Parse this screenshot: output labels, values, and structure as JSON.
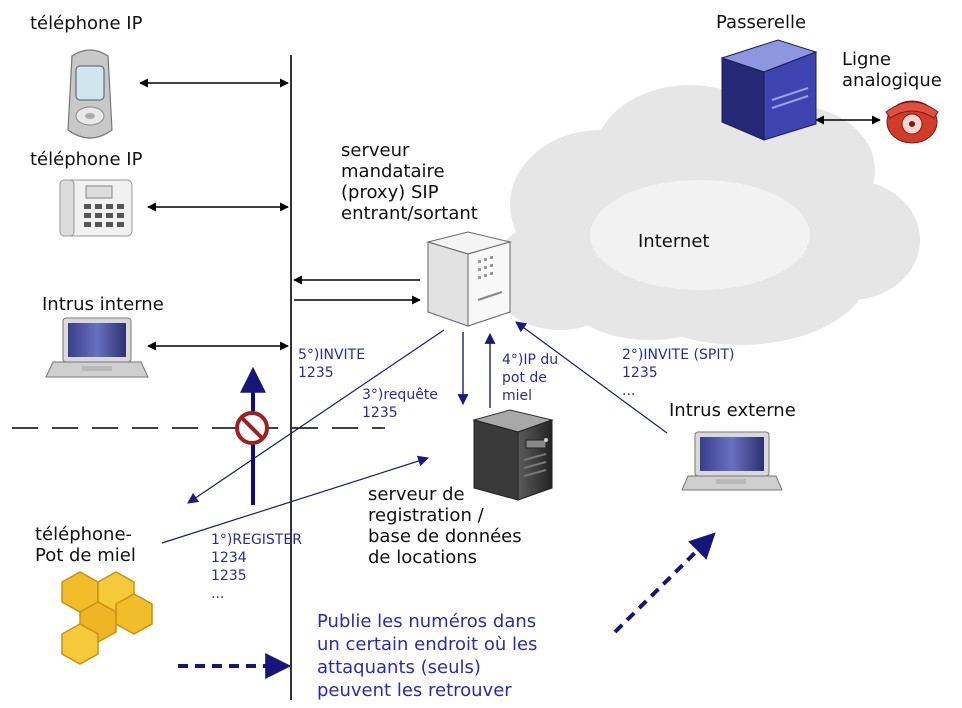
{
  "labels": {
    "phone_ip_1": "téléphone IP",
    "phone_ip_2": "téléphone IP",
    "internal_intruder": "Intrus interne",
    "honeypot_phone": "téléphone-\nPot de miel",
    "gateway": "Passerelle",
    "analog_line": "Ligne\nanalogique",
    "proxy_server": "serveur\nmandataire\n(proxy) SIP\nentrant/sortant",
    "internet": "Internet",
    "external_intruder": "Intrus externe",
    "registrar_server": "serveur de\nregistration /\nbase de données\nde locations"
  },
  "steps": {
    "invite_5": "5°)INVITE\n1235",
    "request_3": "3°)requête\n1235",
    "ip_honeypot_4": "4°)IP du\npot de\nmiel",
    "invite_spit_2": "2°)INVITE (SPIT)\n1235\n...",
    "register_1": "1°)REGISTER\n1234\n1235\n..."
  },
  "note": "Publie les numéros dans\nun certain endroit où les\nattaquants (seuls)\npeuvent les retrouver",
  "colors": {
    "black": "#000000",
    "flow_blue": "#1a1a7a",
    "label_blue": "#2a2aa8",
    "dashed_blue": "#15157a",
    "forbidden_red": "#a02020",
    "honeycomb": "#f0b820",
    "cloud": "#e8e8e8"
  }
}
